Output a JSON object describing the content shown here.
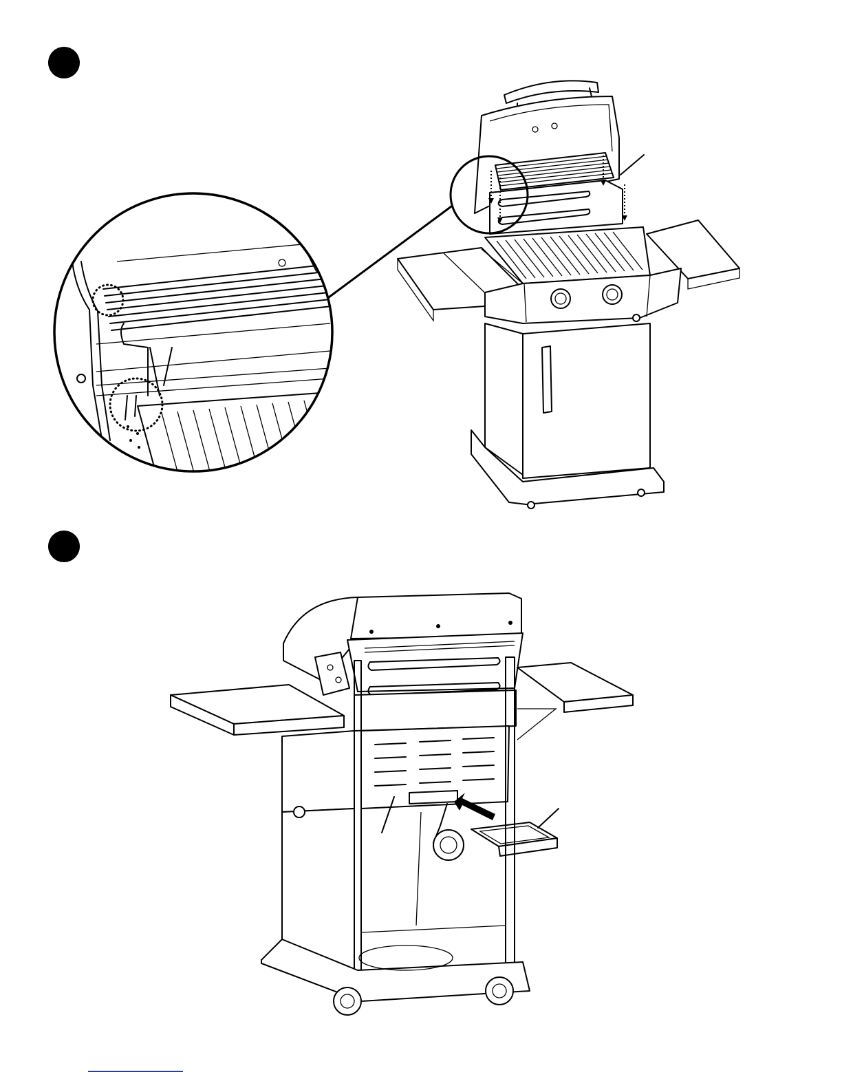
{
  "page": {
    "background": "#ffffff",
    "ink": "#000000",
    "footer_rule_color": "#2b3f9a"
  },
  "steps": [
    {
      "id": "step-1",
      "number": "",
      "figure": "grill-open-lid-with-warming-rack-detail"
    },
    {
      "id": "step-2",
      "number": "",
      "figure": "grill-rear-view-with-grease-tray"
    }
  ],
  "callouts": {
    "warming_rack": "",
    "heat_shield": "",
    "grease_tray": ""
  }
}
